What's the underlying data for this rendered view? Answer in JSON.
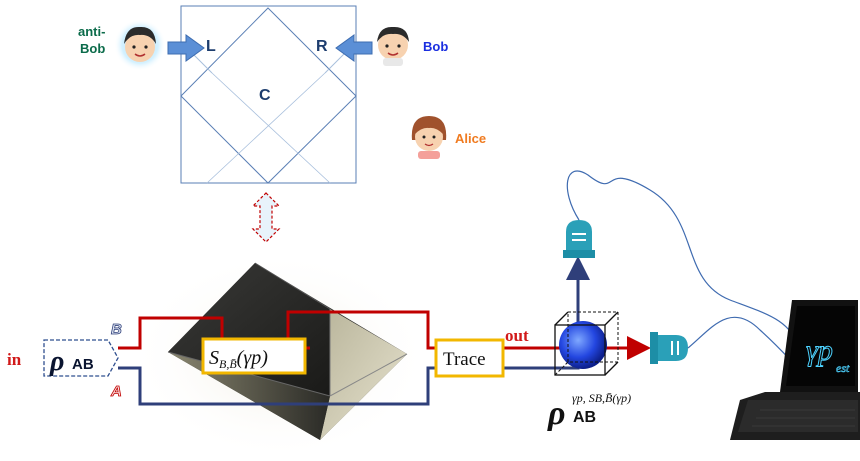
{
  "top_diagram": {
    "anti_bob_label": "anti-Bob",
    "bob_label": "Bob",
    "alice_label": "Alice",
    "port_left": "L",
    "port_right": "R",
    "port_center": "C"
  },
  "circuit": {
    "input_label": "in",
    "state_label": "ρ",
    "state_subscript": "AB",
    "wire_b_label": "B",
    "wire_a_label": "A",
    "operation": {
      "symbol": "S",
      "subscript": "B,B̄",
      "argument": "(γp)"
    },
    "trace_label": "Trace",
    "output_label": "out",
    "output_state": {
      "symbol": "ρ",
      "subscript": "AB",
      "superscript": "γp, SB,B̄(γp)"
    },
    "estimate_label": "γp",
    "estimate_subscript": "est"
  },
  "colors": {
    "wire_b": "#c00000",
    "wire_a": "#2f3f7a",
    "box_border": "#f2b700",
    "arrow_blue": "#5b8fd6",
    "detector": "#2aa0b8",
    "anti_bob_text": "#0b6b4a",
    "bob_text": "#1a2ee0",
    "alice_text": "#f07b20",
    "in_out_text": "#d11a1a",
    "laptop_screen_text": "#4dd2ff"
  },
  "icons": [
    "anti-bob-avatar-icon",
    "bob-avatar-icon",
    "alice-avatar-icon",
    "detector-icon",
    "laptop-icon",
    "double-arrow-icon"
  ]
}
